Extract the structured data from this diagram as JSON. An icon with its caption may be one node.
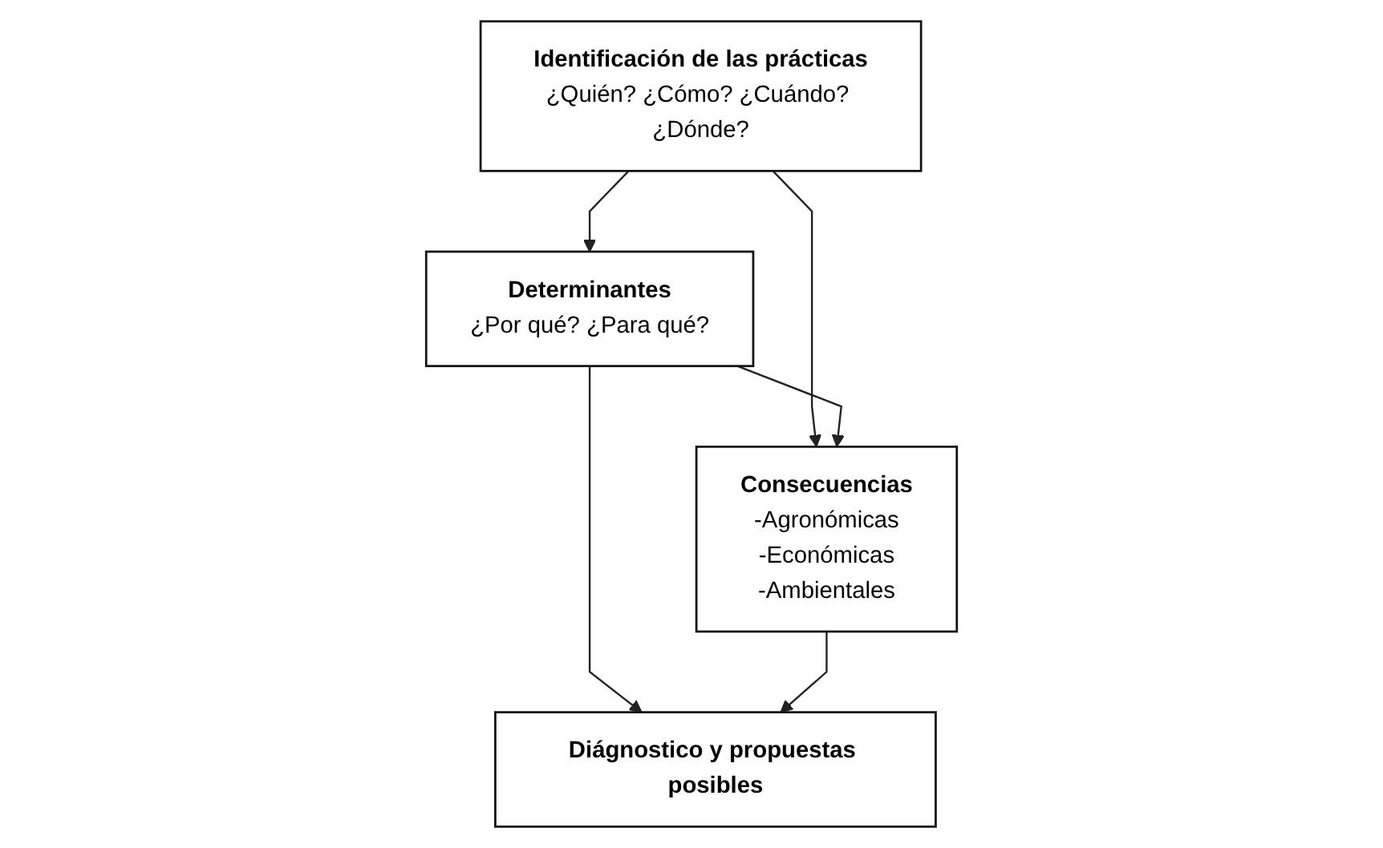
{
  "diagram": {
    "nodes": [
      {
        "text": [
          "Identificación de las prácticas",
          "¿Quién? ¿Cómo? ¿Cuándo? ¿Dónde?"
        ]
      },
      {
        "text": [
          "Determinantes",
          "¿Por qué? ¿Para qué?"
        ]
      },
      {
        "text": [
          "Consecuencias",
          "-Agronómicas",
          "-Económicas",
          "-Ambientales"
        ]
      },
      {
        "text": [
          "Diágnostico y propuestas posibles"
        ]
      }
    ],
    "edges": [
      {
        "from": 0,
        "to": 1,
        "arrow": "to"
      },
      {
        "from": 0,
        "to": 2,
        "arrow": "to"
      },
      {
        "from": 1,
        "to": 2,
        "arrow": "to"
      },
      {
        "from": 1,
        "to": 3,
        "arrow": "to"
      },
      {
        "from": 2,
        "to": 3,
        "arrow": "to"
      }
    ]
  }
}
